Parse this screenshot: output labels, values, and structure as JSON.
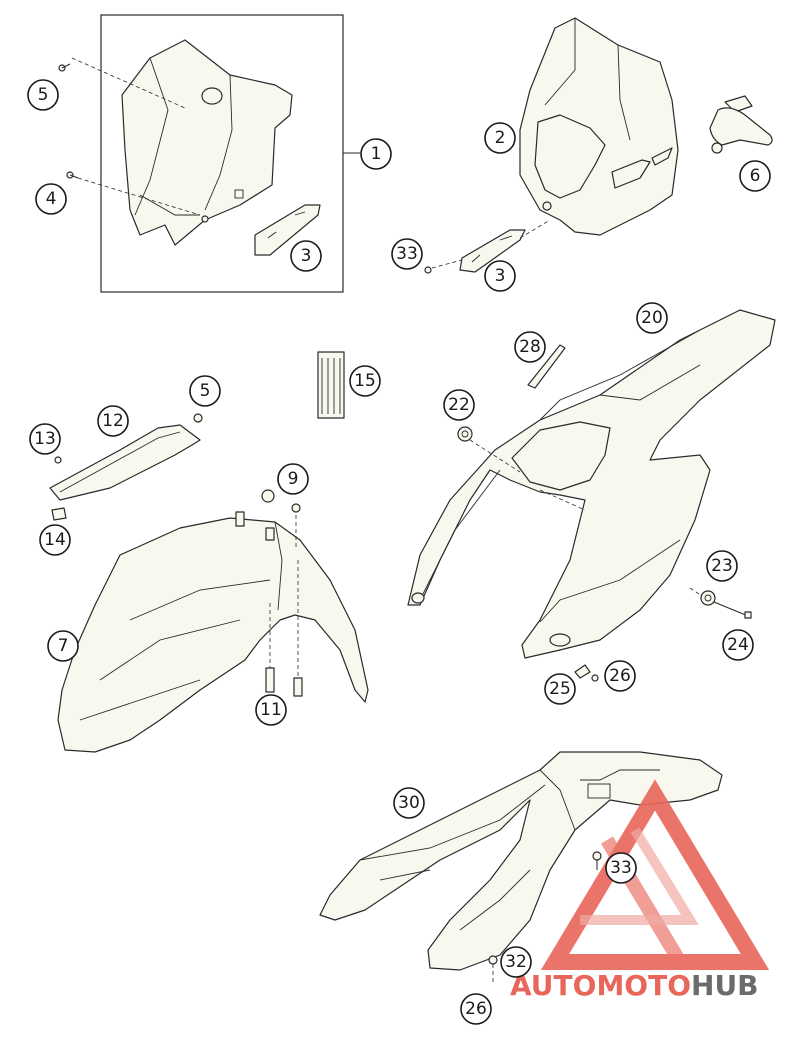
{
  "callouts": {
    "c1": "1",
    "c2": "2",
    "c3a": "3",
    "c3b": "3",
    "c4": "4",
    "c5a": "5",
    "c5b": "5",
    "c6": "6",
    "c7": "7",
    "c9": "9",
    "c11": "11",
    "c12": "12",
    "c13": "13",
    "c14": "14",
    "c15": "15",
    "c20": "20",
    "c22": "22",
    "c23": "23",
    "c24": "24",
    "c25": "25",
    "c26a": "26",
    "c26b": "26",
    "c28": "28",
    "c30": "30",
    "c32": "32",
    "c33a": "33",
    "c33b": "33"
  },
  "watermark": {
    "part1": "AUTOMOTO",
    "part2": "HUB",
    "color_primary": "#e8665a",
    "color_secondary": "#6b6b6b"
  },
  "colors": {
    "part_fill": "#f8f8ee",
    "line": "#2a2a2a"
  }
}
